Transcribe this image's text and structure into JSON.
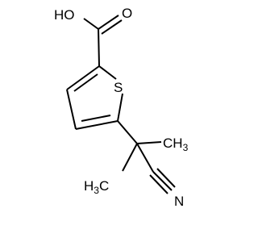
{
  "molecule": {
    "colors": {
      "carbon_bond": "#000000",
      "oxygen": "#ff0000",
      "sulfur": "#b8b800",
      "nitrogen": "#0000ff"
    },
    "labels": {
      "hydroxyl": "HO",
      "carbonyl_oxygen": "O",
      "sulfur": "S",
      "methyl_right_base": "CH",
      "methyl_right_sub": "3",
      "methyl_left_base": "H",
      "methyl_left_sub": "3",
      "methyl_left_tail": "C",
      "nitrogen": "N"
    }
  }
}
